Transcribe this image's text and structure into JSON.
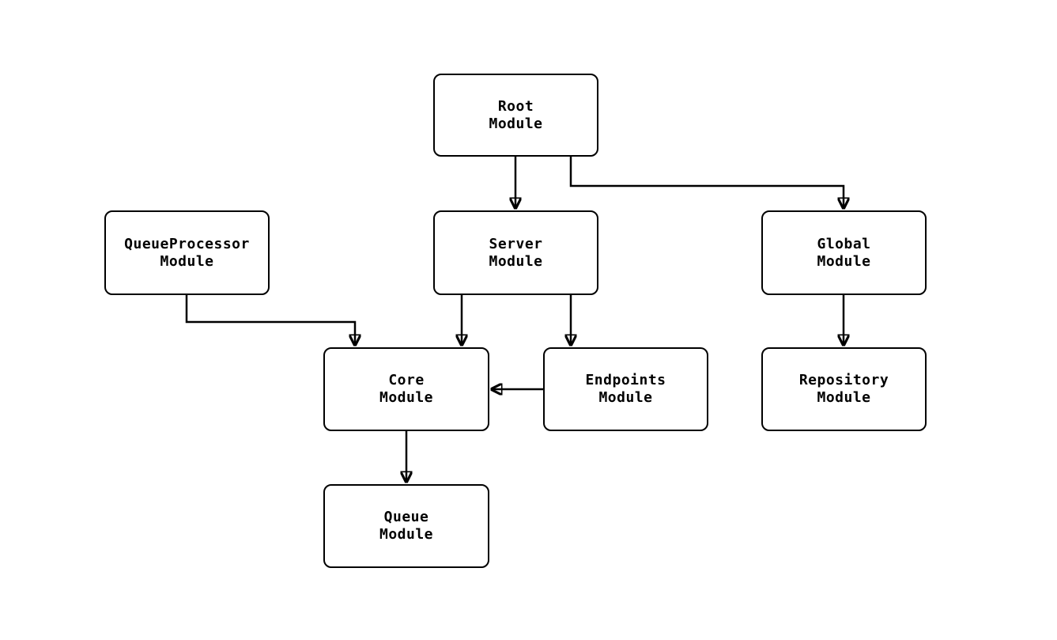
{
  "diagram": {
    "type": "flowchart",
    "background_color": "#ffffff",
    "node_fill_color": "#ffffff",
    "node_border_color": "#000000",
    "edge_color": "#000000",
    "text_color": "#000000",
    "nodes": [
      {
        "id": "root",
        "label": "Root\nModule"
      },
      {
        "id": "queueprocessor",
        "label": "QueueProcessor\nModule"
      },
      {
        "id": "server",
        "label": "Server\nModule"
      },
      {
        "id": "global",
        "label": "Global\nModule"
      },
      {
        "id": "core",
        "label": "Core\nModule"
      },
      {
        "id": "endpoints",
        "label": "Endpoints\nModule"
      },
      {
        "id": "repository",
        "label": "Repository\nModule"
      },
      {
        "id": "queue",
        "label": "Queue\nModule"
      }
    ],
    "edges": [
      {
        "from": "Root Module",
        "to": "Server Module"
      },
      {
        "from": "Root Module",
        "to": "Global Module"
      },
      {
        "from": "QueueProcessor Module",
        "to": "Core Module"
      },
      {
        "from": "Server Module",
        "to": "Core Module"
      },
      {
        "from": "Server Module",
        "to": "Endpoints Module"
      },
      {
        "from": "Global Module",
        "to": "Repository Module"
      },
      {
        "from": "Endpoints Module",
        "to": "Core Module"
      },
      {
        "from": "Core Module",
        "to": "Queue Module"
      }
    ]
  }
}
